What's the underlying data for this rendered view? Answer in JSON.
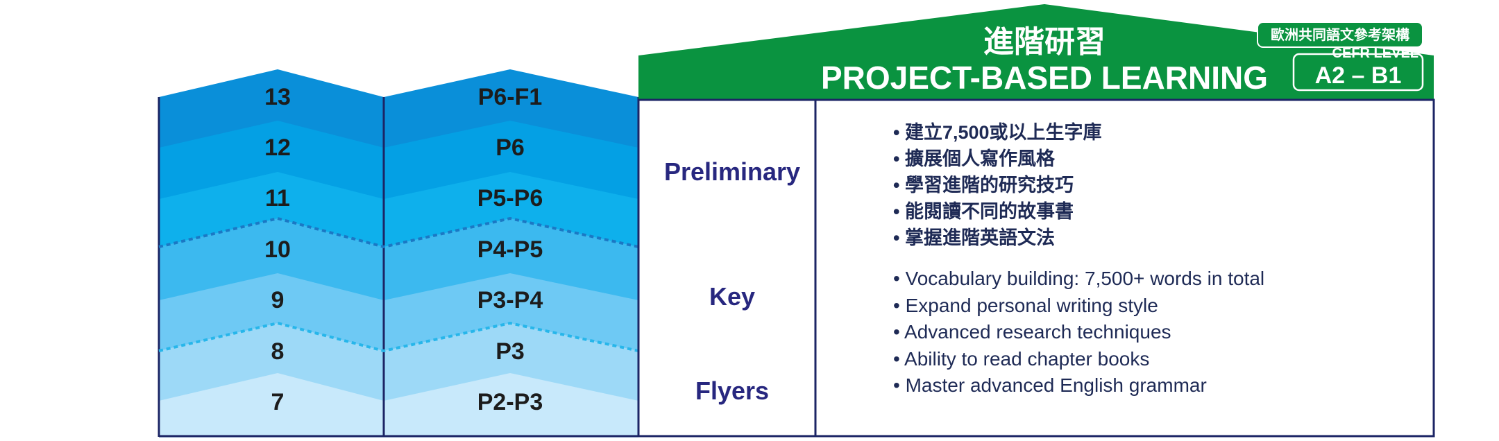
{
  "header": {
    "title_cn": "進階研習",
    "title_en": "PROJECT-BASED LEARNING",
    "cefr_label_cn": "歐洲共同語文參考架構",
    "cefr_label_en": "CEFR LEVEL",
    "cefr_range": "A2 – B1"
  },
  "levels": [
    {
      "level": "13",
      "grade": "P6-F1"
    },
    {
      "level": "12",
      "grade": "P6"
    },
    {
      "level": "11",
      "grade": "P5-P6"
    },
    {
      "level": "10",
      "grade": "P4-P5"
    },
    {
      "level": "9",
      "grade": "P3-P4"
    },
    {
      "level": "8",
      "grade": "P3"
    },
    {
      "level": "7",
      "grade": "P2-P3"
    }
  ],
  "exams": [
    "Preliminary",
    "Key",
    "Flyers"
  ],
  "bullets_cn": [
    "建立7,500或以上生字庫",
    "擴展個人寫作風格",
    "學習進階的研究技巧",
    "能閱讀不同的故事書",
    "掌握進階英語文法"
  ],
  "bullets_en": [
    "Vocabulary building: 7,500+ words in total",
    "Expand personal writing style",
    "Advanced research techniques",
    "Ability to read chapter books",
    "Master advanced English grammar"
  ],
  "colors": {
    "green": "#0a9340",
    "navy": "#1c2565",
    "band_13": "#0a8fd9",
    "band_12": "#04a0e4",
    "band_11": "#0eb0ec",
    "band_10": "#3cb9ef",
    "band_9": "#6ec9f4",
    "band_8": "#9dd9f7",
    "band_7": "#c8e9fb",
    "dot_dark": "#1b78c4",
    "dot_light": "#27b6ea"
  }
}
